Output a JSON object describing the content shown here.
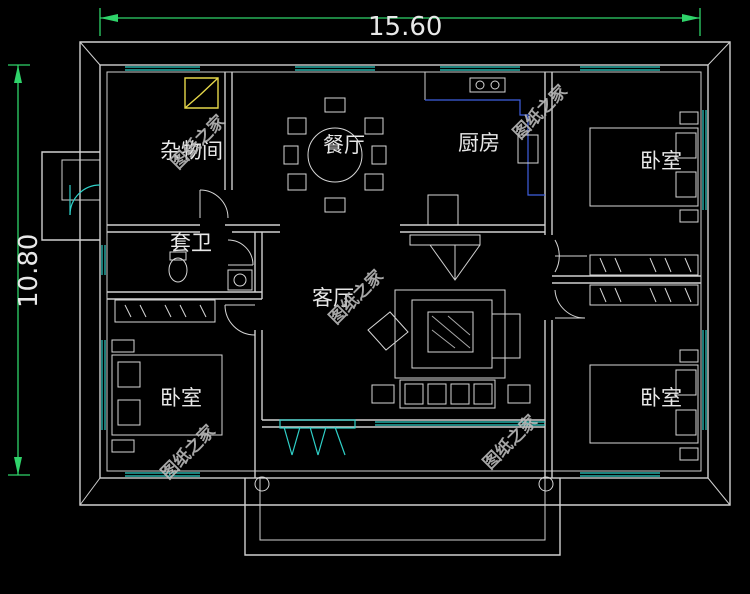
{
  "dimensions": {
    "width_label": "15.60",
    "height_label": "10.80"
  },
  "rooms": {
    "storage": "杂物间",
    "dining": "餐厅",
    "kitchen": "厨房",
    "bedroom_top_right": "卧室",
    "ensuite": "套卫",
    "living": "客厅",
    "bedroom_left": "卧室",
    "bedroom_bottom_right": "卧室"
  },
  "watermark": "图纸之家",
  "colors": {
    "background": "#000000",
    "wall": "#cfcfcf",
    "dimension_line": "#2fd36a",
    "window": "#2fd0c8",
    "kitchen_counter": "#3f5fe0",
    "cabinet": "#e6d84a"
  }
}
